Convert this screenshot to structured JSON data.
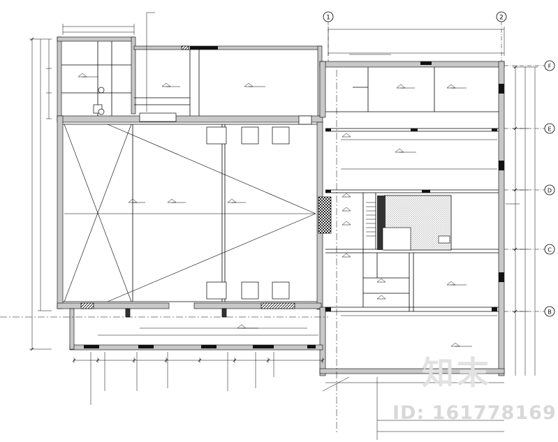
{
  "grid_columns": [
    "1",
    "2"
  ],
  "grid_rows": [
    "F",
    "E",
    "D",
    "C",
    "B"
  ],
  "watermark": {
    "brand": "知末",
    "id": "ID: 161778169"
  }
}
